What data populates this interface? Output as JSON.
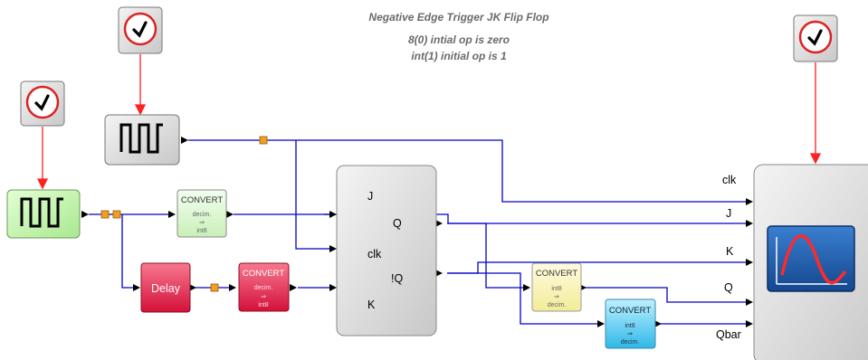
{
  "title": {
    "line1": "Negative Edge Trigger JK Flip Flop",
    "line2": "8(0) intial op is zero",
    "line3": "int(1) initial op is 1"
  },
  "blocks": {
    "jk": {
      "j": "J",
      "q": "Q",
      "clk": "clk",
      "nq": "!Q",
      "k": "K"
    },
    "delay": {
      "label": "Delay"
    },
    "convert1": {
      "title": "CONVERT",
      "from": "decim.",
      "arrow": "⇒",
      "to": "int8"
    },
    "convert2": {
      "title": "CONVERT",
      "from": "decim.",
      "arrow": "⇒",
      "to": "int8"
    },
    "convert3": {
      "title": "CONVERT",
      "from": "int8",
      "arrow": "⇒",
      "to": "decim."
    },
    "convert4": {
      "title": "CONVERT",
      "from": "int8",
      "arrow": "⇒",
      "to": "decim."
    },
    "scope": {
      "clk": "clk",
      "j": "J",
      "k": "K",
      "q": "Q",
      "qbar": "Qbar"
    }
  },
  "colors": {
    "wire": "#0000cc",
    "clock_link": "#ff2020",
    "clock_ring": "#dd2222",
    "block_gray": "#d6d6d6",
    "pulse_green": "#c6f5a8",
    "delay_red": "#e8264a",
    "convert_green": "#d9f7c8",
    "convert_red": "#e8284e",
    "convert_yellow": "#fbf7b0",
    "convert_cyan": "#5fcff0",
    "split_orange": "#f0a020",
    "scope_screen": "#1e5aa8"
  },
  "icons": [
    "clock-icon",
    "square-wave-icon",
    "scope-display-icon"
  ]
}
